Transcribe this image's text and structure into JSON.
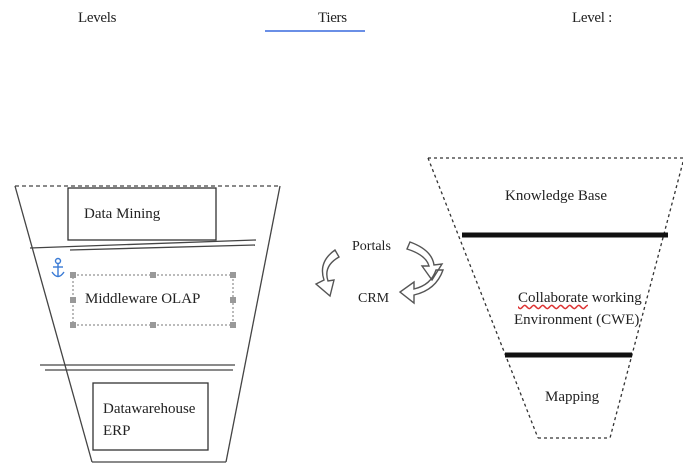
{
  "header": {
    "levels_left": "Levels",
    "tiers": "Tiers",
    "levels_right": "Level :"
  },
  "left_funnel": {
    "data_mining": "Data Mining",
    "middleware": "Middleware OLAP",
    "datawarehouse_line1": "Datawarehouse",
    "datawarehouse_line2": "ERP"
  },
  "center": {
    "portals": "Portals",
    "crm": "CRM"
  },
  "right_funnel": {
    "knowledge_base": "Knowledge Base",
    "cwe_line1_word": "Collaborate",
    "cwe_line1_rest": " working",
    "cwe_line2": "Environment (CWE)",
    "mapping": "Mapping"
  },
  "colors": {
    "accent_underline": "#6a8fe6",
    "anchor": "#3a7bd5",
    "spellcheck": "#d33"
  }
}
